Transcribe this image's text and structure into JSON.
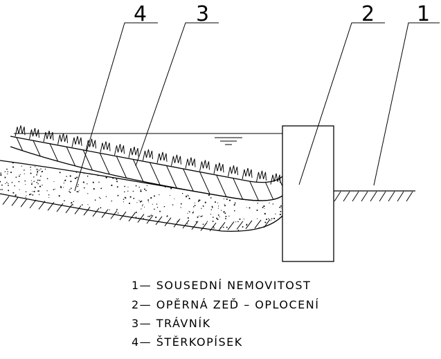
{
  "callouts": [
    {
      "number": "1"
    },
    {
      "number": "2"
    },
    {
      "number": "3"
    },
    {
      "number": "4"
    }
  ],
  "legend": [
    {
      "text": "1— SOUSEDNÍ NEMOVITOST"
    },
    {
      "text": "2— OPĚRNÁ ZEĎ – OPLOCENÍ"
    },
    {
      "text": "3— TRÁVNÍK"
    },
    {
      "text": "4— ŠTĚRKOPÍSEK"
    }
  ]
}
